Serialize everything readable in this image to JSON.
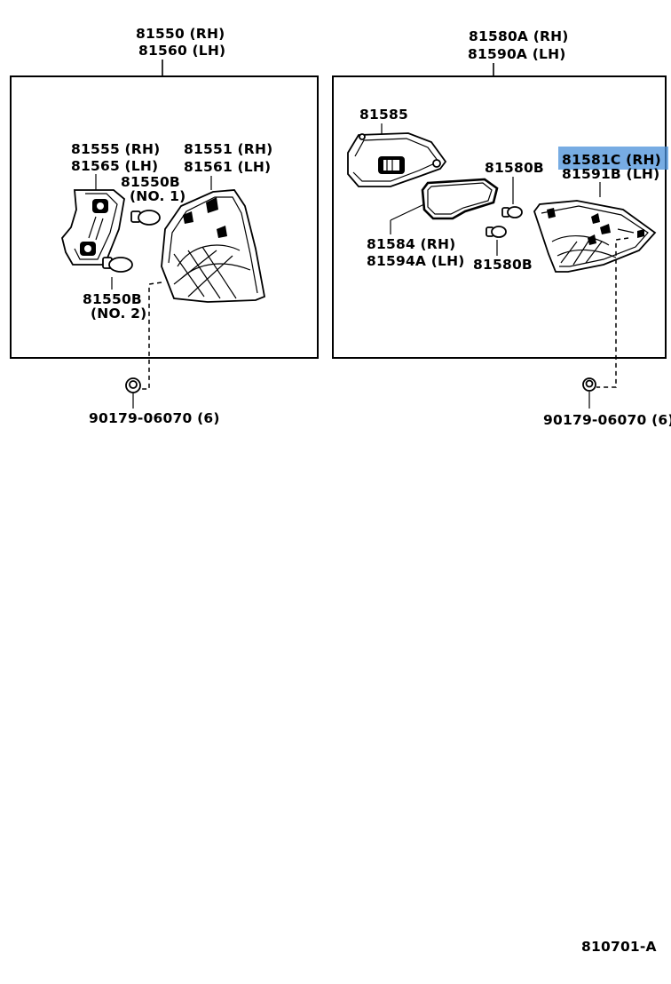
{
  "left_assembly": {
    "part_rh": "81550 (RH)",
    "part_lh": "81560 (LH)",
    "socket_rh": "81555 (RH)",
    "socket_lh": "81565 (LH)",
    "bulb_no1_part": "81550B",
    "bulb_no1_note": "(NO. 1)",
    "lens_rh": "81551 (RH)",
    "lens_lh": "81561 (LH)",
    "bulb_no2_part": "81550B",
    "bulb_no2_note": "(NO. 2)",
    "nut": "90179-06070 (6)"
  },
  "right_assembly": {
    "part_rh": "81580A (RH)",
    "part_lh": "81590A (LH)",
    "housing": "81585",
    "bulb_upper": "81580B",
    "lens_rh": "81581C (RH)",
    "lens_lh": "81591B (LH)",
    "gasket_rh": "81584   (RH)",
    "gasket_lh": "81594A (LH)",
    "bulb_lower": "81580B",
    "nut": "90179-06070 (6)"
  },
  "diagram_id": "810701-A",
  "highlight_color": "#4a90d9"
}
